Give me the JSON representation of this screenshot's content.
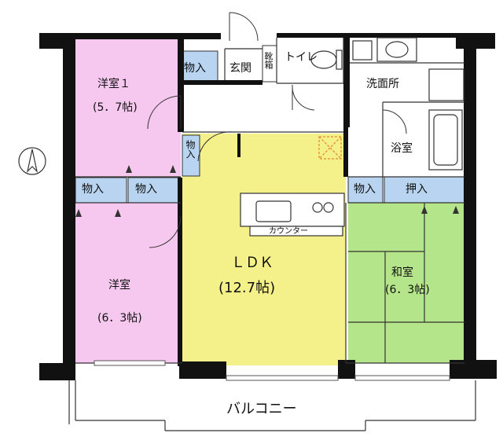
{
  "colors": {
    "pink": "#f6c8ef",
    "yellow": "#f4f08a",
    "green": "#b5e58a",
    "blue": "#b8d4f0",
    "wall": "#111111",
    "orange_dash": "#e89a3c"
  },
  "rooms": {
    "western1_name": "洋室１",
    "western1_size": "(5．7帖)",
    "western2_name": "洋室",
    "western2_size": "(6．3帖)",
    "ldk_name": "ＬＤＫ",
    "ldk_size": "(12.7帖)",
    "japanese_name": "和室",
    "japanese_size": "(6．3帖)",
    "entrance": "玄関",
    "shoe_box": "靴箱",
    "toilet": "トイレ",
    "washroom": "洗面所",
    "bathroom": "浴室",
    "balcony": "バルコニー"
  },
  "storage": {
    "top": "物入",
    "ldk_small": "物入",
    "mid_left": "物入",
    "mid_right": "物入",
    "japanese": "物入",
    "closet": "押入"
  },
  "counter": "カウンター",
  "compass_icon": "north-arrow-icon"
}
